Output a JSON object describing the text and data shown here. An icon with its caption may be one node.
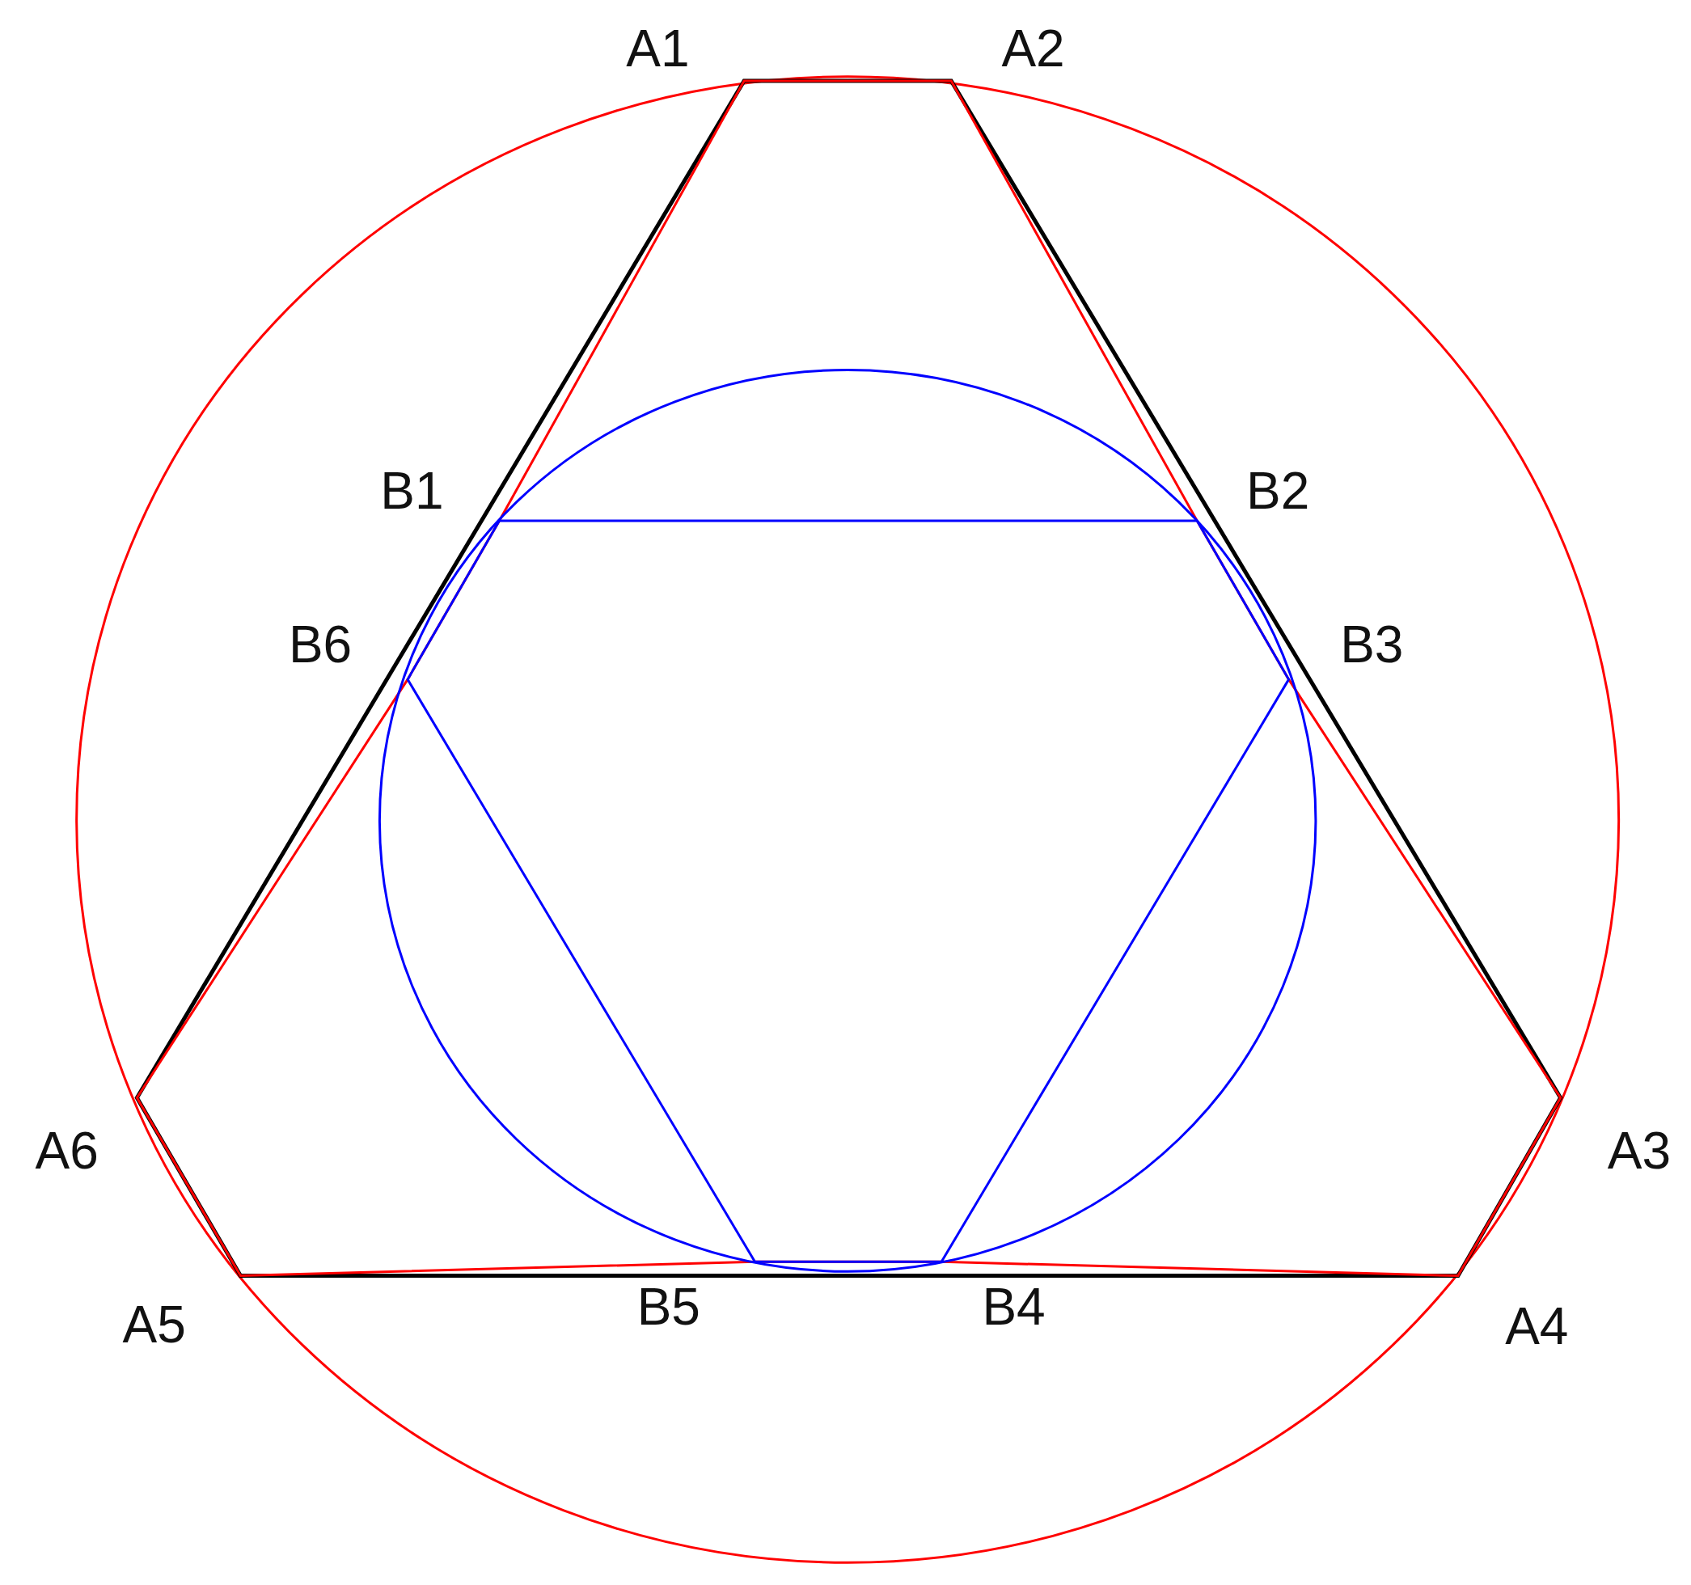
{
  "diagram": {
    "labels": [
      "A1",
      "A2",
      "B1",
      "B2",
      "B6",
      "B3",
      "A6",
      "A3",
      "A5",
      "B5",
      "B4",
      "A4"
    ]
  }
}
